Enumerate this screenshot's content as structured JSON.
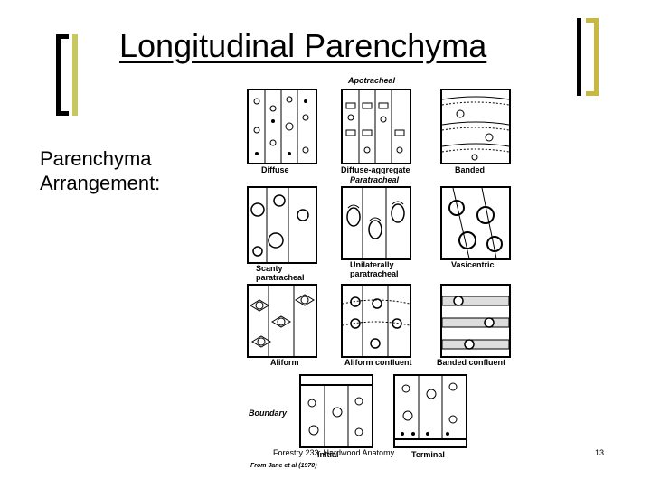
{
  "slide": {
    "title": "Longitudinal Parenchyma",
    "subtitle_lines": [
      "Parenchyma",
      "Arrangement:"
    ],
    "footer": "Forestry 233: Hardwood Anatomy",
    "page_number": "13"
  },
  "figure": {
    "groups": {
      "apotracheal": "Apotracheal",
      "paratracheal": "Paratracheal",
      "boundary": "Boundary"
    },
    "panels": [
      {
        "label": "Diffuse"
      },
      {
        "label": "Diffuse-aggregate"
      },
      {
        "label": "Banded"
      },
      {
        "label_lines": [
          "Scanty",
          "paratracheal"
        ]
      },
      {
        "label_lines": [
          "Unilaterally",
          "paratracheal"
        ]
      },
      {
        "label": "Vasicentric"
      },
      {
        "label": "Aliform"
      },
      {
        "label": "Aliform confluent"
      },
      {
        "label": "Banded confluent"
      },
      {
        "label": "Initial"
      },
      {
        "label": "Terminal"
      }
    ],
    "source": "From Jane et al (1970)"
  }
}
